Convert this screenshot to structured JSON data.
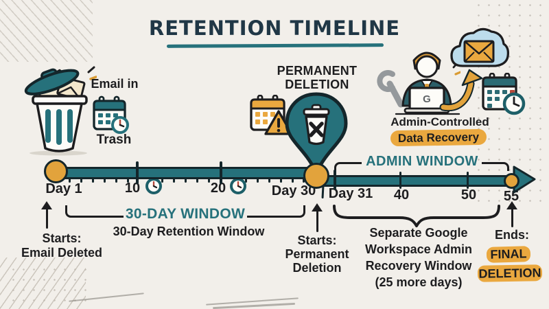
{
  "title": "RETENTION TIMELINE",
  "colors": {
    "background": "#f2efea",
    "teal": "#26717b",
    "navy_title": "#203746",
    "ink": "#1d1d1f",
    "amber_marker": "#e2a33c",
    "highlight": "#eaa83f",
    "cloud_blue": "#bcdcec"
  },
  "icons": [
    "trash-can-with-emails-icon",
    "calendar-clock-icon",
    "calendar-warning-icon",
    "map-pin-deleted-trash-icon",
    "wrench-icon",
    "admin-user-laptop-icon",
    "cloud-email-icon",
    "recovery-arrow-icon",
    "clock-icon"
  ],
  "trash_section": {
    "line1": "Email in",
    "line2": "Trash"
  },
  "permanent_deletion": {
    "line1": "PERMANENT",
    "line2": "DELETION"
  },
  "admin_recovery": {
    "title": "Admin-Controlled",
    "highlight": "Data Recovery",
    "laptop_logo": "G"
  },
  "timeline": {
    "window_30_label": "30-DAY WINDOW",
    "window_30_sublabel": "30-Day Retention Window",
    "admin_window_label": "ADMIN WINDOW",
    "ticks": [
      {
        "label": "Day 1",
        "day": 1
      },
      {
        "label": "10",
        "day": 10
      },
      {
        "label": "20",
        "day": 20
      },
      {
        "label": "Day 30",
        "day": 30
      },
      {
        "label": "Day 31",
        "day": 31
      },
      {
        "label": "40",
        "day": 40
      },
      {
        "label": "50",
        "day": 50
      },
      {
        "label": "55",
        "day": 55
      }
    ]
  },
  "annotations": {
    "start_email": {
      "line1": "Starts:",
      "line2": "Email Deleted"
    },
    "start_permanent": {
      "line1": "Starts:",
      "line2": "Permanent",
      "line3": "Deletion"
    },
    "admin_note": {
      "line1": "Separate Google",
      "line2": "Workspace Admin",
      "line3": "Recovery Window",
      "line4": "(25 more days)"
    },
    "end_final": {
      "line1": "Ends:",
      "line2": "FINAL",
      "line3": "DELETION"
    }
  }
}
